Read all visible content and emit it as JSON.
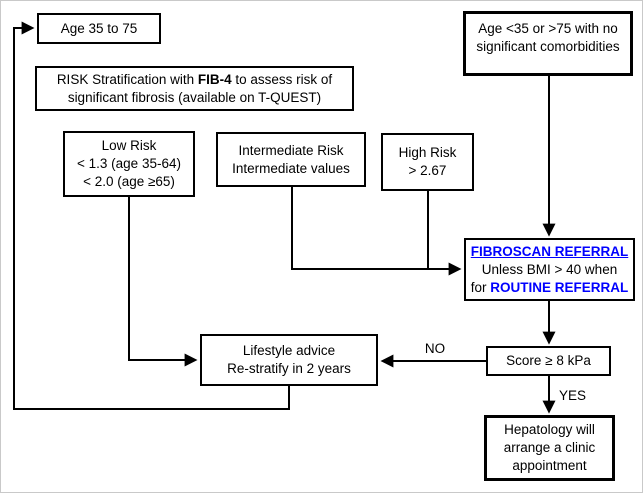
{
  "nodes": {
    "age_35_75": {
      "label": "Age 35 to 75"
    },
    "risk_stratification": {
      "line1_prefix": "RISK Stratification with ",
      "line1_bold": "FIB-4",
      "line1_suffix": " to assess risk of",
      "line2": "significant fibrosis (available on T-QUEST)"
    },
    "low_risk": {
      "line1": "Low Risk",
      "line2": "< 1.3 (age 35-64)",
      "line3": "< 2.0 (age ≥65)"
    },
    "intermediate_risk": {
      "line1": "Intermediate Risk",
      "line2": "Intermediate values"
    },
    "high_risk": {
      "line1": "High Risk",
      "line2": "> 2.67"
    },
    "age_exception": {
      "line1": "Age <35 or >75 with no",
      "line2": "significant comorbidities"
    },
    "fibroscan_referral": {
      "line1": "FIBROSCAN REFERRAL",
      "line2": "Unless BMI > 40 when",
      "line3_prefix": "for ",
      "line3_bold": "ROUTINE REFERRAL"
    },
    "score_check": {
      "label": "Score ≥ 8 kPa"
    },
    "lifestyle": {
      "line1": "Lifestyle advice",
      "line2": "Re-stratify in 2 years"
    },
    "hepatology": {
      "line1": "Hepatology will",
      "line2": "arrange a clinic",
      "line3": "appointment"
    }
  },
  "edge_labels": {
    "no": "NO",
    "yes": "YES"
  },
  "colors": {
    "accent_blue": "#0000FF",
    "line_color": "#000000",
    "background": "#FFFFFF"
  }
}
